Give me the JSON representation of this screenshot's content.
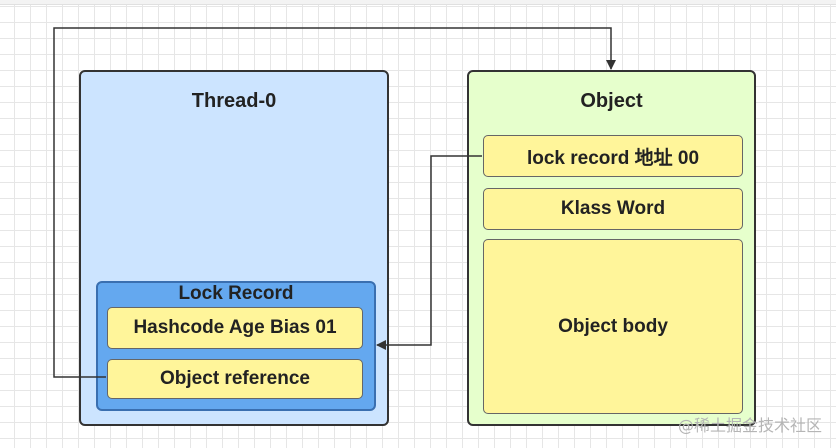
{
  "thread": {
    "title": "Thread-0"
  },
  "lock_record": {
    "title": "Lock Record",
    "hashcode_field": "Hashcode Age Bias 01",
    "object_reference": "Object reference"
  },
  "object": {
    "title": "Object",
    "mark_word": "lock  record 地址 00",
    "klass_word": "Klass Word",
    "body": "Object body"
  },
  "watermark": "@稀土掘金技术社区",
  "colors": {
    "thread_fill": "#cce4ff",
    "lock_record_fill": "#64a8ef",
    "object_fill": "#e6ffcc",
    "cell_fill": "#fff59a"
  }
}
